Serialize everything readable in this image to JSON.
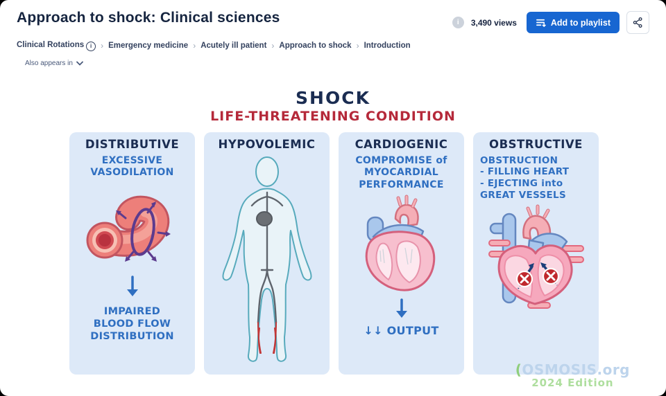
{
  "header": {
    "title": "Approach to shock: Clinical sciences",
    "views": "3,490 views",
    "add_to_playlist": "Add to playlist",
    "info_icon": "i",
    "icons": {
      "info": "info-circle-icon",
      "playlist": "playlist-add-icon",
      "share": "share-nodes-icon"
    }
  },
  "breadcrumb": {
    "separator": "›",
    "info_badge": "i",
    "items": [
      "Clinical Rotations",
      "Emergency medicine",
      "Acutely ill patient",
      "Approach to shock",
      "Introduction"
    ]
  },
  "also_appears_in": "Also appears in",
  "illustration": {
    "title": "SHOCK",
    "subtitle": "LIFE-THREATENING CONDITION",
    "panels": [
      {
        "header": "DISTRIBUTIVE",
        "top_text": "EXCESSIVE\nVASODILATION",
        "bottom_text": "IMPAIRED\nBLOOD FLOW\nDISTRIBUTION",
        "figure": "dilated-blood-vessel"
      },
      {
        "header": "HYPOVOLEMIC",
        "figure": "human-body-circulation"
      },
      {
        "header": "CARDIOGENIC",
        "top_text": "COMPROMISE of\nMYOCARDIAL\nPERFORMANCE",
        "bottom_text": "↓↓ OUTPUT",
        "figure": "heart-reduced-output"
      },
      {
        "header": "OBSTRUCTIVE",
        "top_text": "OBSTRUCTION\n- FILLING HEART\n- EJECTING into\n   GREAT VESSELS",
        "figure": "heart-obstructed"
      }
    ],
    "watermark": {
      "prefix": "(",
      "brand": "OSMOSIS.org",
      "edition": "2024 Edition"
    }
  },
  "colors": {
    "accent_blue": "#1766d1",
    "navy": "#1b2d52",
    "red": "#b5293a",
    "text_blue": "#2f6fc1",
    "panel_bg": "#dde9f8",
    "purple": "#5c3b8e",
    "vessel_red": "#ed7f7a",
    "heart_pink": "#f6a8bd",
    "vessel_blue": "#a9c7ec",
    "watermark_blue": "#bdd4ec",
    "watermark_green": "#aede9e"
  }
}
